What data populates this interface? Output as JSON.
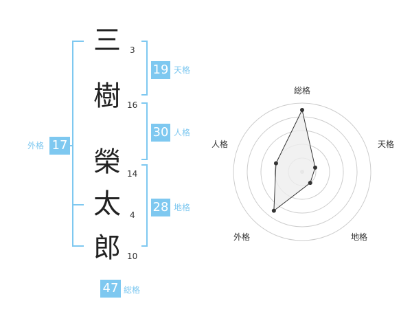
{
  "name": {
    "chars": [
      {
        "char": "三",
        "strokes": "3"
      },
      {
        "char": "樹",
        "strokes": "16"
      },
      {
        "char": "榮",
        "strokes": "14"
      },
      {
        "char": "太",
        "strokes": "4"
      },
      {
        "char": "郎",
        "strokes": "10"
      }
    ]
  },
  "kakusu": {
    "tenkaku": {
      "value": "19",
      "label": "天格"
    },
    "jinkaku": {
      "value": "30",
      "label": "人格"
    },
    "chikaku": {
      "value": "28",
      "label": "地格"
    },
    "gaikaku": {
      "value": "17",
      "label": "外格"
    },
    "soukaku": {
      "value": "47",
      "label": "総格"
    }
  },
  "colors": {
    "accent": "#7ec8f0",
    "polygon_fill": "#eeeeee",
    "ring": "#cccccc"
  },
  "chart_data": {
    "type": "radar",
    "axes": [
      "総格",
      "天格",
      "地格",
      "外格",
      "人格"
    ],
    "values": [
      4.5,
      1,
      1,
      3.5,
      2
    ],
    "range": [
      0,
      5
    ],
    "rings": 5
  }
}
